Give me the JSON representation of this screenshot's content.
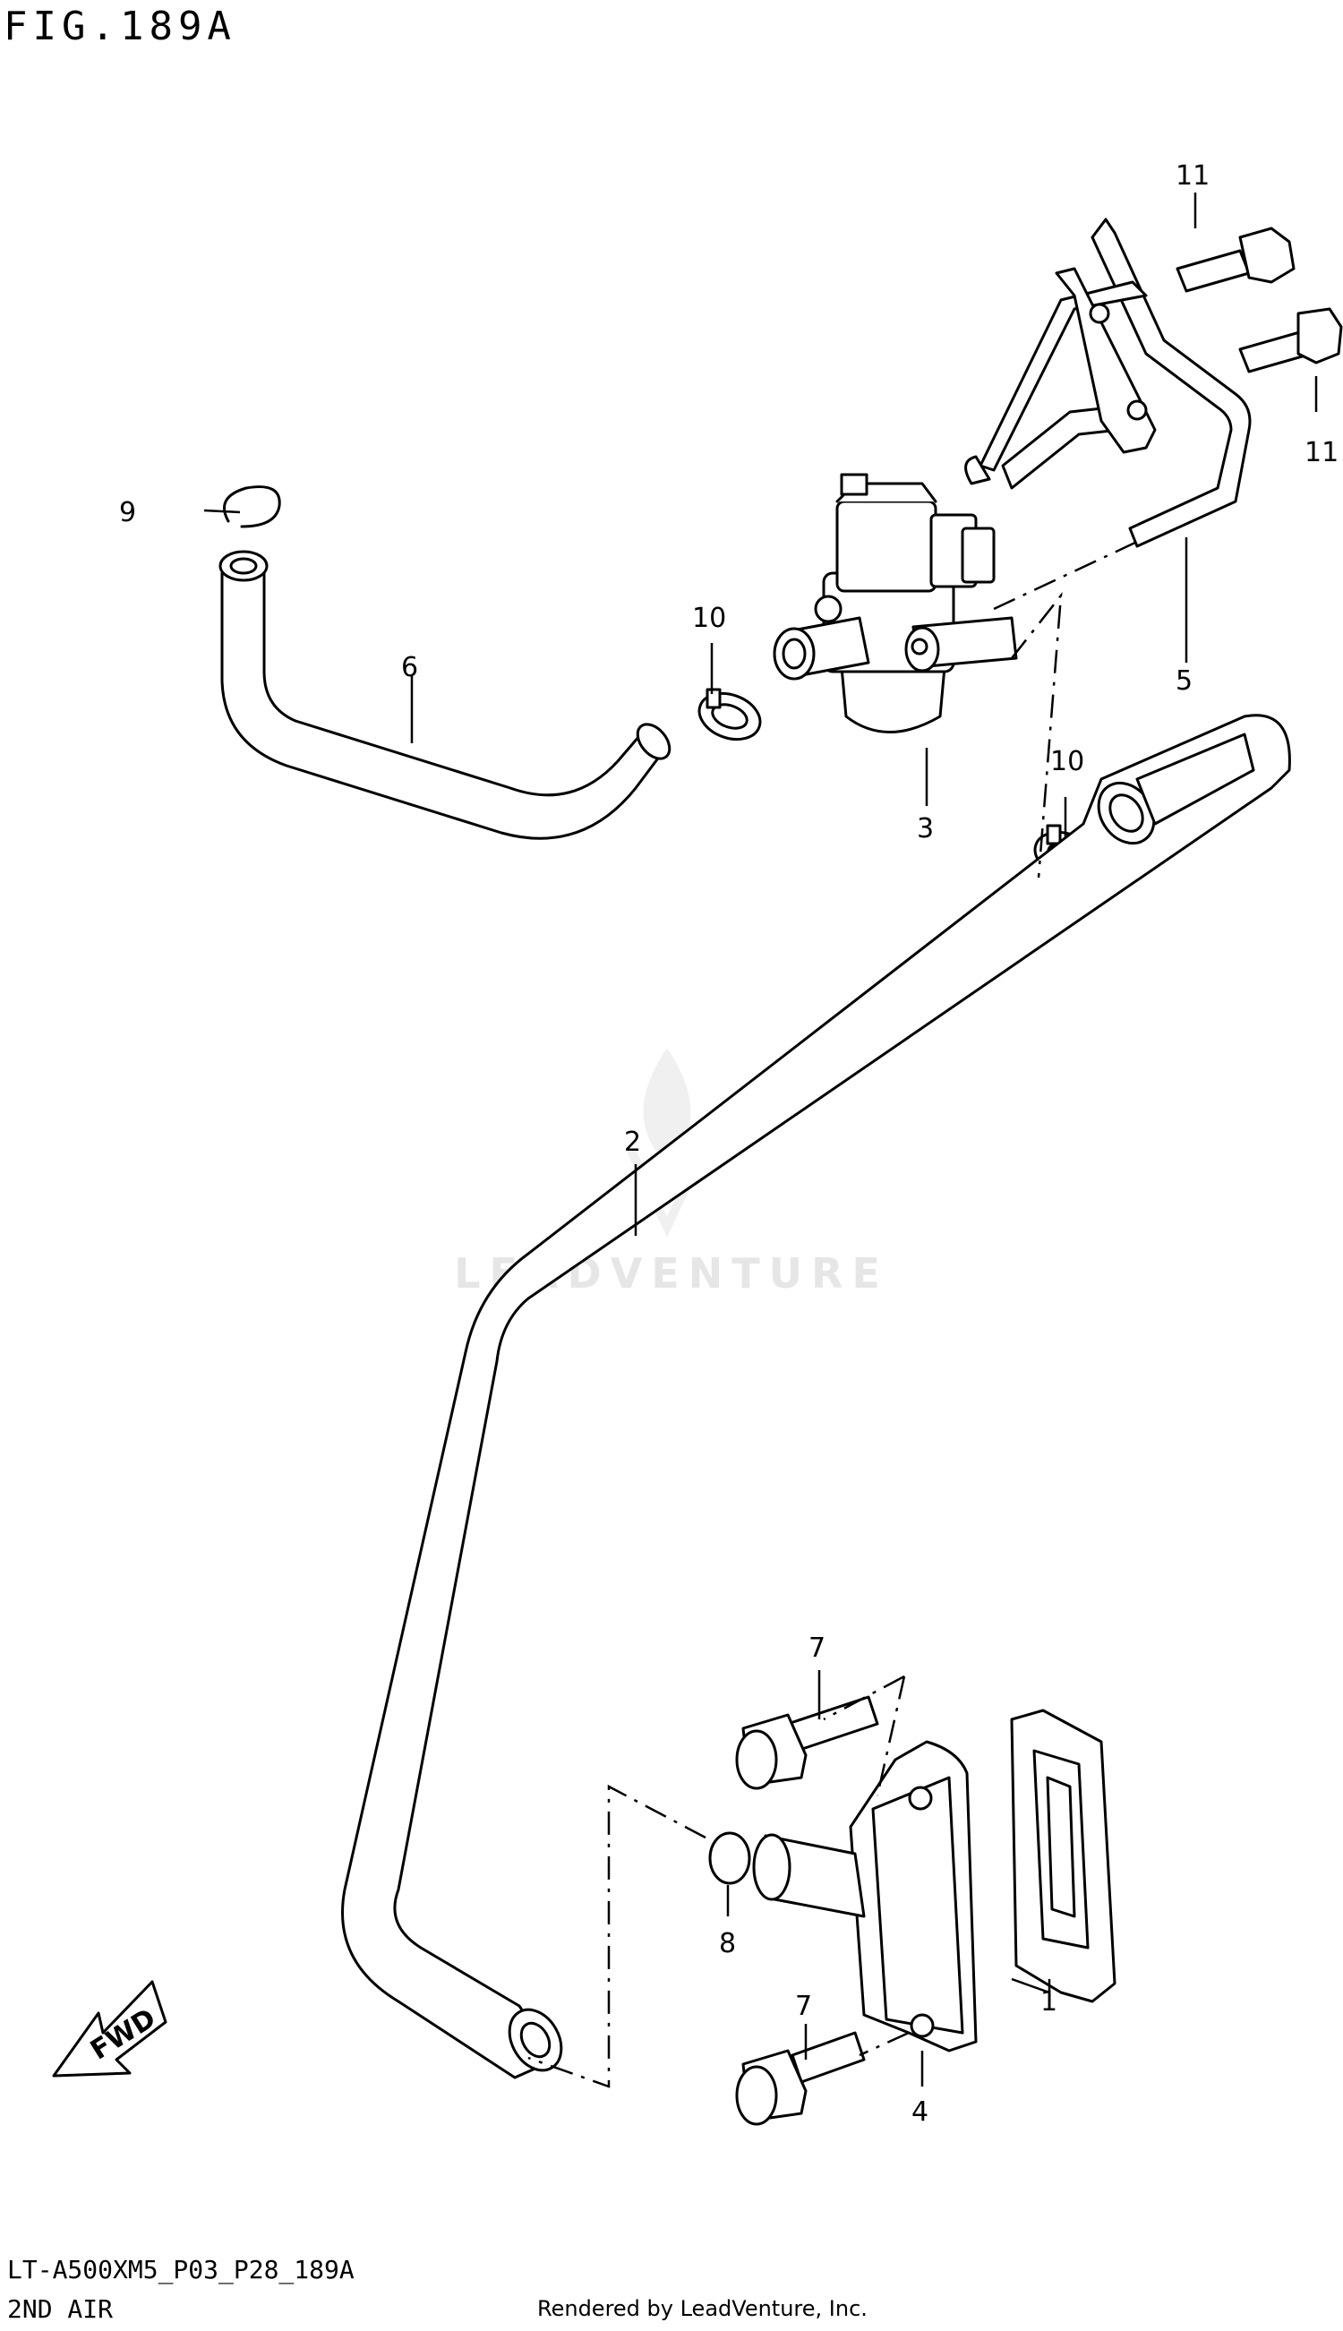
{
  "figure": {
    "title": "FIG.189A",
    "model_code": "LT-A500XM5_P03_P28_189A",
    "section_name": "2ND AIR",
    "credit": "Rendered by LeadVenture, Inc.",
    "watermark": "LEADVENTURE"
  },
  "direction_arrow": {
    "label": "FWD"
  },
  "callouts": [
    {
      "id": "c1",
      "text": "1"
    },
    {
      "id": "c2",
      "text": "2"
    },
    {
      "id": "c3",
      "text": "3"
    },
    {
      "id": "c4",
      "text": "4"
    },
    {
      "id": "c5",
      "text": "5"
    },
    {
      "id": "c6",
      "text": "6"
    },
    {
      "id": "c7a",
      "text": "7"
    },
    {
      "id": "c7b",
      "text": "7"
    },
    {
      "id": "c8",
      "text": "8"
    },
    {
      "id": "c9",
      "text": "9"
    },
    {
      "id": "c10a",
      "text": "10"
    },
    {
      "id": "c10b",
      "text": "10"
    },
    {
      "id": "c11a",
      "text": "11"
    },
    {
      "id": "c11b",
      "text": "11"
    }
  ]
}
